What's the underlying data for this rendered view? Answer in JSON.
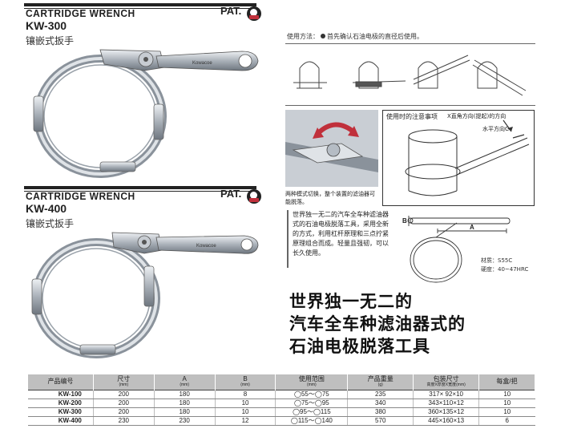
{
  "products": [
    {
      "brand": "CARTRIDGE WRENCH",
      "pat": "PAT.",
      "model": "KW-300",
      "name": "镶嵌式扳手",
      "handle_label": "Kowacoe"
    },
    {
      "brand": "CARTRIDGE WRENCH",
      "pat": "PAT.",
      "model": "KW-400",
      "name": "镶嵌式扳手",
      "handle_label": "Kowacoe"
    }
  ],
  "usage": {
    "title": "使用方法：",
    "step": "首先确认石油电极的直径后使用。"
  },
  "notes": {
    "title": "使用时的注意事项",
    "x_direction": "X直角方向(提起)的方向",
    "horizontal": "水平方向C"
  },
  "mode_caption": "两种模式切换，整个装置的滤油器可能脱落。",
  "description": "世界独一无二的汽车全车种滤油器式的石油电极脱落工具，采用全新的方式，利用杠杆原理和三点拧紧原理组合而成。轻量且强韧，可以长久使用。",
  "diagram": {
    "label_b": "B",
    "label_a": "A"
  },
  "material": {
    "material": "材质：S55C",
    "hardness": "硬度：40~47HRC"
  },
  "headline": [
    "世界独一无二的",
    "汽车全车种滤油器式的",
    "石油电极脱落工具"
  ],
  "spec_table": {
    "headers": [
      {
        "label": "产品编号",
        "unit": ""
      },
      {
        "label": "尺寸",
        "unit": "(mm)"
      },
      {
        "label": "A",
        "unit": "(mm)"
      },
      {
        "label": "B",
        "unit": "(mm)"
      },
      {
        "label": "使用范围",
        "unit": "(mm)"
      },
      {
        "label": "产品重量",
        "unit": "(g)"
      },
      {
        "label": "包装尺寸",
        "unit": "高度X厚度X宽度(mm)"
      },
      {
        "label": "每盒/把",
        "unit": ""
      }
    ],
    "rows": [
      [
        "KW-100",
        "200",
        "180",
        "8",
        "◯55〜◯75",
        "235",
        "317×  92×10",
        "10"
      ],
      [
        "KW-200",
        "200",
        "180",
        "10",
        "◯75〜◯95",
        "340",
        "343×110×12",
        "10"
      ],
      [
        "KW-300",
        "200",
        "180",
        "10",
        "◯95〜◯115",
        "380",
        "360×135×12",
        "10"
      ],
      [
        "KW-400",
        "230",
        "230",
        "12",
        "◯115〜◯140",
        "570",
        "445×160×13",
        "6"
      ]
    ]
  },
  "colors": {
    "header_gray": "#bfbfbf",
    "accent_red": "#c0303b",
    "steel": "#a9b0b8"
  }
}
